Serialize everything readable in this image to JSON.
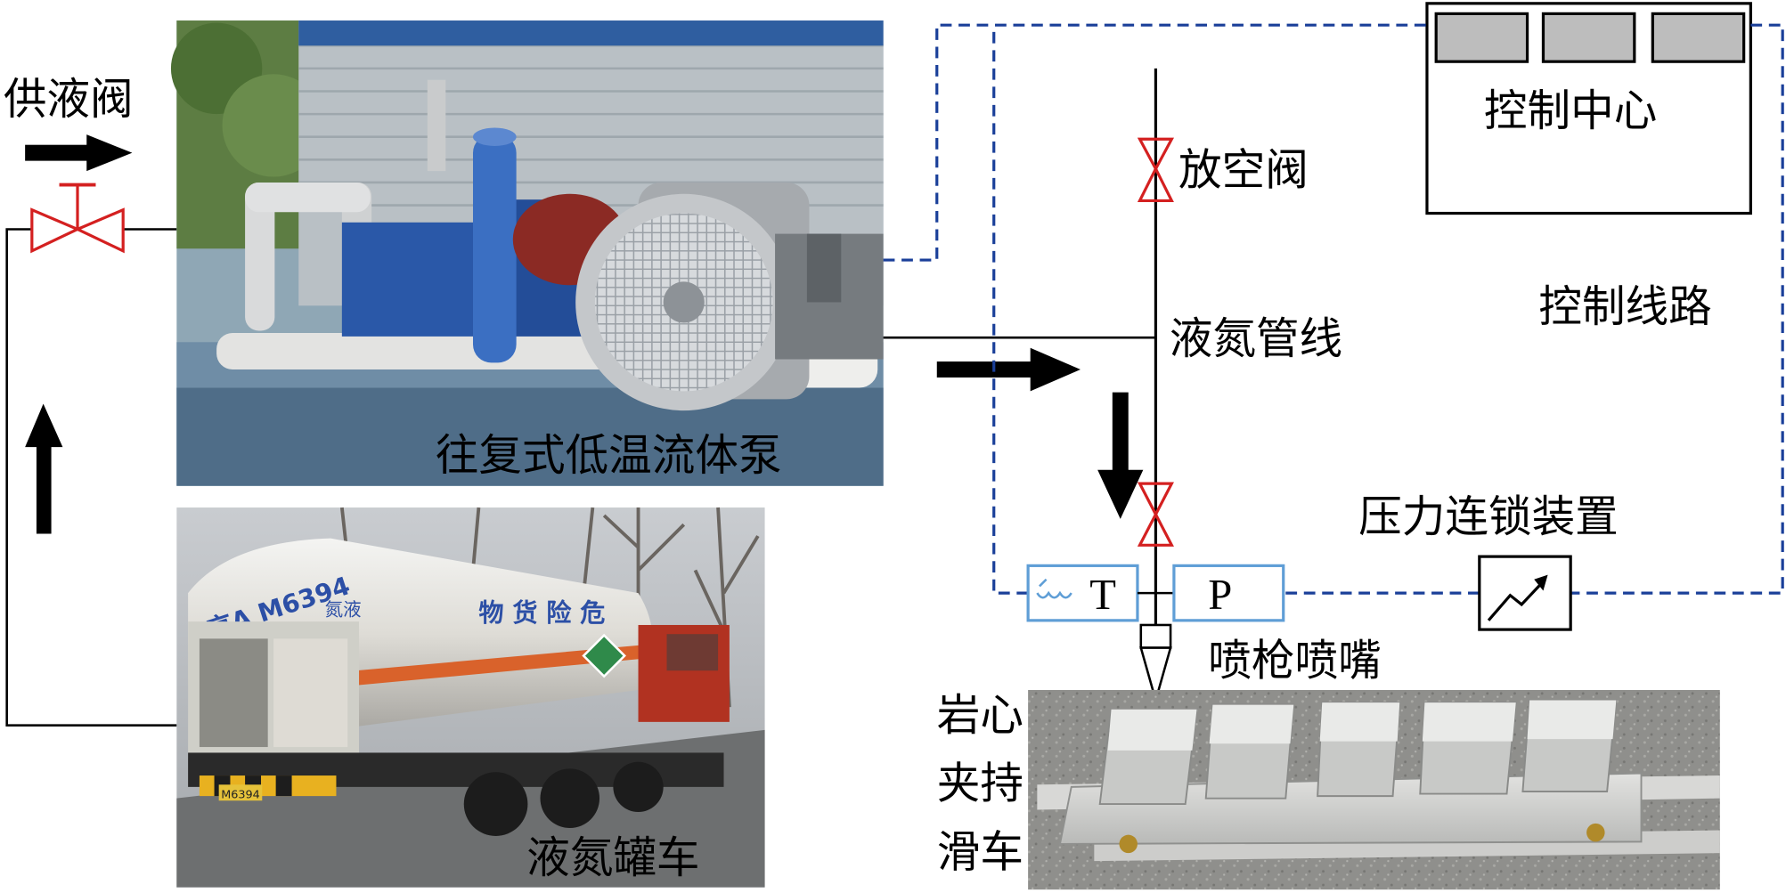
{
  "labels": {
    "supply_valve": "供液阀",
    "pump": "往复式低温流体泵",
    "tanker": "液氮罐车",
    "vent_valve": "放空阀",
    "control_center": "控制中心",
    "control_line": "控制线路",
    "ln2_pipeline": "液氮管线",
    "interlock": "压力连锁装置",
    "nozzle": "喷枪喷嘴",
    "core_cart_line1": "岩心",
    "core_cart_line2": "夹持",
    "core_cart_line3": "滑车",
    "sensor_t": "T",
    "sensor_p": "P"
  },
  "photo_text": {
    "tanker_plate": "京A M6394",
    "tanker_cargo": "物 货 险 危",
    "tanker_medium": "氮液",
    "tanker_plate_small": "M6394"
  },
  "icons": [
    "arrow-right-icon",
    "arrow-up-icon",
    "arrow-down-icon",
    "gate-valve-icon",
    "trend-chart-icon"
  ],
  "colors": {
    "valve_red": "#d42020",
    "control_blue": "#1a3f99",
    "sensor_blue": "#5f9ed6",
    "line_black": "#000000"
  }
}
